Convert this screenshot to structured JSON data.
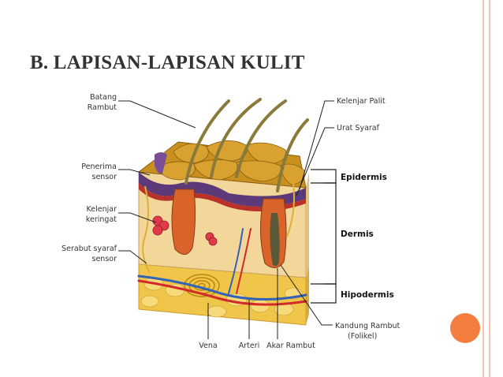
{
  "slide": {
    "title": "B. LAPISAN-LAPISAN KULIT"
  },
  "colors": {
    "frame_line_1": "#f6c1ad",
    "frame_line_2": "#f6c1ad",
    "accent_dot": "#f37e3e",
    "epidermis": "#5c3a7a",
    "hair": "#8a7a3a",
    "dermis": "#f3d79a",
    "hypodermis_fat": "#f0c64a",
    "vein": "#3462b5",
    "artery": "#d22a2a"
  },
  "diagram": {
    "labels": {
      "batang_rambut": [
        "Batang",
        "Rambut"
      ],
      "penerima_sensor": [
        "Penerima",
        "sensor"
      ],
      "kelenjar_keringat": [
        "Kelenjar",
        "keringat"
      ],
      "serabut_syaraf_sensor": [
        "Serabut syaraf",
        "sensor"
      ],
      "kelenjar_palit": "Kelenjar Palit",
      "urat_syaraf": "Urat  Syaraf",
      "kandung_rambut": [
        "Kandung Rambut",
        "(Folikel)"
      ],
      "vena": "Vena",
      "arteri": "Arteri",
      "akar_rambut": "Akar Rambut"
    },
    "layers": {
      "epidermis": "Epidermis",
      "dermis": "Dermis",
      "hipodermis": "Hipodermis"
    }
  }
}
